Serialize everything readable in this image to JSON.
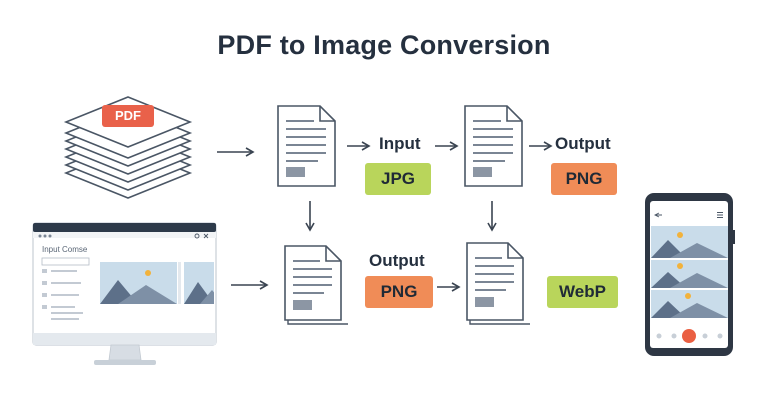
{
  "title": "PDF to Image Conversion",
  "pdf_stack": {
    "label": "PDF"
  },
  "row1": {
    "input_label": "Input",
    "input_format": "JPG",
    "output_label": "Output",
    "output_format": "PNG"
  },
  "row2": {
    "output_label": "Output",
    "output_format": "PNG",
    "final_format": "WebP"
  },
  "monitor": {
    "caption": "Input Comse"
  },
  "phone": {},
  "colors": {
    "text": "#25303f",
    "pdf_red": "#e9614a",
    "jpg_green": "#b9d55b",
    "png_orange": "#f08c57",
    "webp_green": "#b9d55b",
    "outline": "#4a5665",
    "mountain": "#5d7089",
    "sky": "#c9dcea",
    "sun": "#f2b23b",
    "record": "#ea5f42"
  }
}
